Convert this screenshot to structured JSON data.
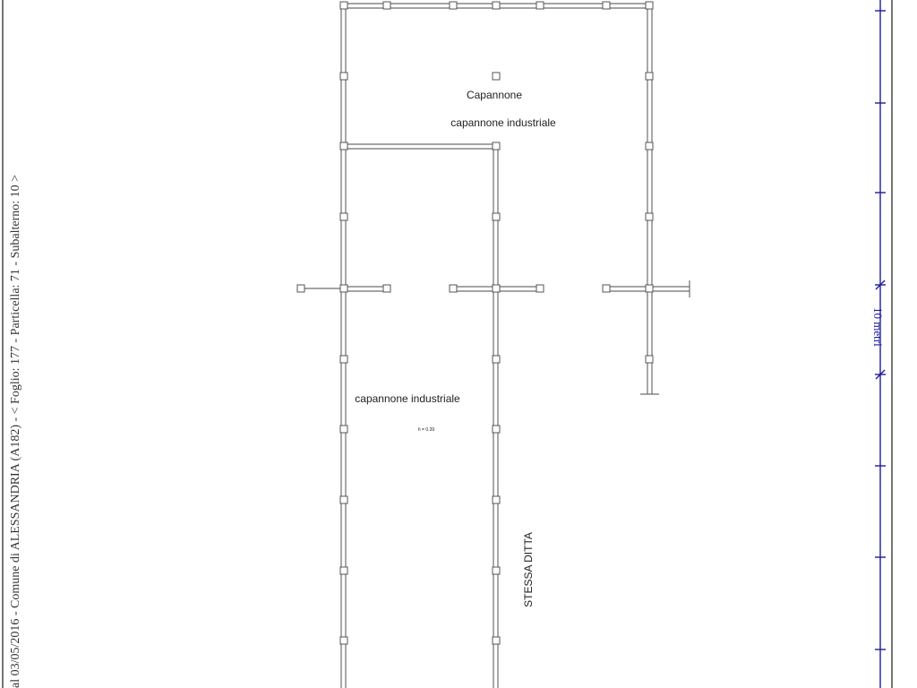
{
  "side_caption": "al 03/05/2016 - Comune di ALESSANDRIA (A182) - < Foglio: 177 - Particella: 71 - Subalterno: 10 >",
  "scale": {
    "label": "10 metri",
    "color": "#1c1c9c"
  },
  "labels": {
    "top_title": "Capannone",
    "top_subtitle": "capannone industriale",
    "lower_room": "capannone industriale",
    "height_note": "h = 0.39",
    "neighbor": "STESSA DITTA"
  },
  "colors": {
    "walls": "#6e6e6e",
    "nodes": "#555555",
    "text": "#222222"
  }
}
